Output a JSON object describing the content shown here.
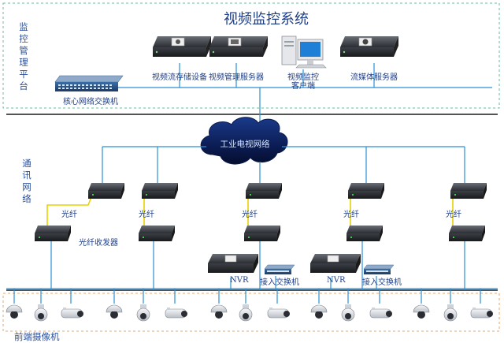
{
  "title": "视频监控系统",
  "sections": {
    "management": [
      "监",
      "控",
      "管",
      "理",
      "平",
      "台"
    ],
    "network": [
      "通",
      "讯",
      "网",
      "络"
    ],
    "cameras": "前端摄像机"
  },
  "labels": {
    "storage": "视频流存储设备",
    "mgmt_server": "视频管理服务器",
    "client_line1": "视频监控",
    "client_line2": "客户端",
    "media_server": "流媒体服务器",
    "core_switch": "核心网络交换机",
    "cloud": "工业电视网络",
    "fiber": "光纤",
    "transceiver": "光纤收发器",
    "nvr": "NVR",
    "access_switch": "接入交换机"
  },
  "colors": {
    "line": "#2a8fd6",
    "fiber": "#e8d200",
    "title": "#1f3f86",
    "dashed_green": "#6bb89a",
    "dashed_orange": "#e9a56a",
    "separator": "#1b1b1b"
  }
}
